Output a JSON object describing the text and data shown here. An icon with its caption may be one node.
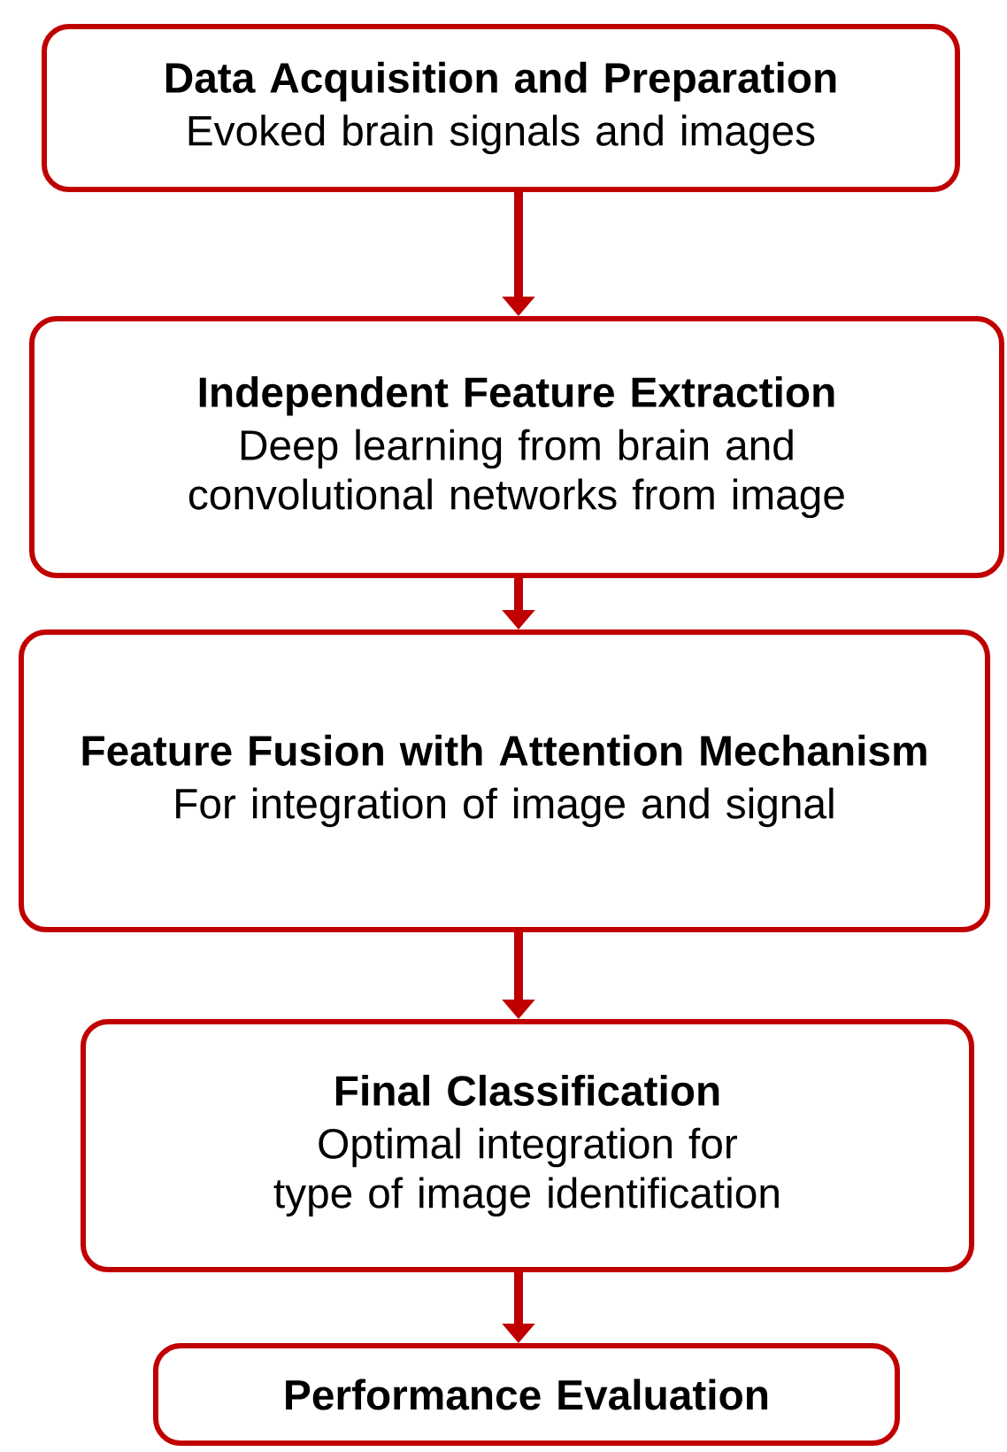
{
  "diagram": {
    "nodes": [
      {
        "text": [
          "Data Acquisition and Preparation",
          "Evoked brain signals and images"
        ]
      },
      {
        "text": [
          "Independent Feature Extraction",
          "Deep learning from brain and convolutional networks from image"
        ]
      },
      {
        "text": [
          "Feature Fusion with Attention Mechanism",
          "For integration of image and signal"
        ]
      },
      {
        "text": [
          "Final Classification",
          "Optimal integration for type of image identification"
        ]
      },
      {
        "text": [
          "Performance Evaluation"
        ]
      }
    ],
    "edges": [
      {
        "from": 0,
        "to": 1,
        "arrow": "to"
      },
      {
        "from": 1,
        "to": 2,
        "arrow": "to"
      },
      {
        "from": 2,
        "to": 3,
        "arrow": "to"
      },
      {
        "from": 3,
        "to": 4,
        "arrow": "to"
      }
    ]
  }
}
